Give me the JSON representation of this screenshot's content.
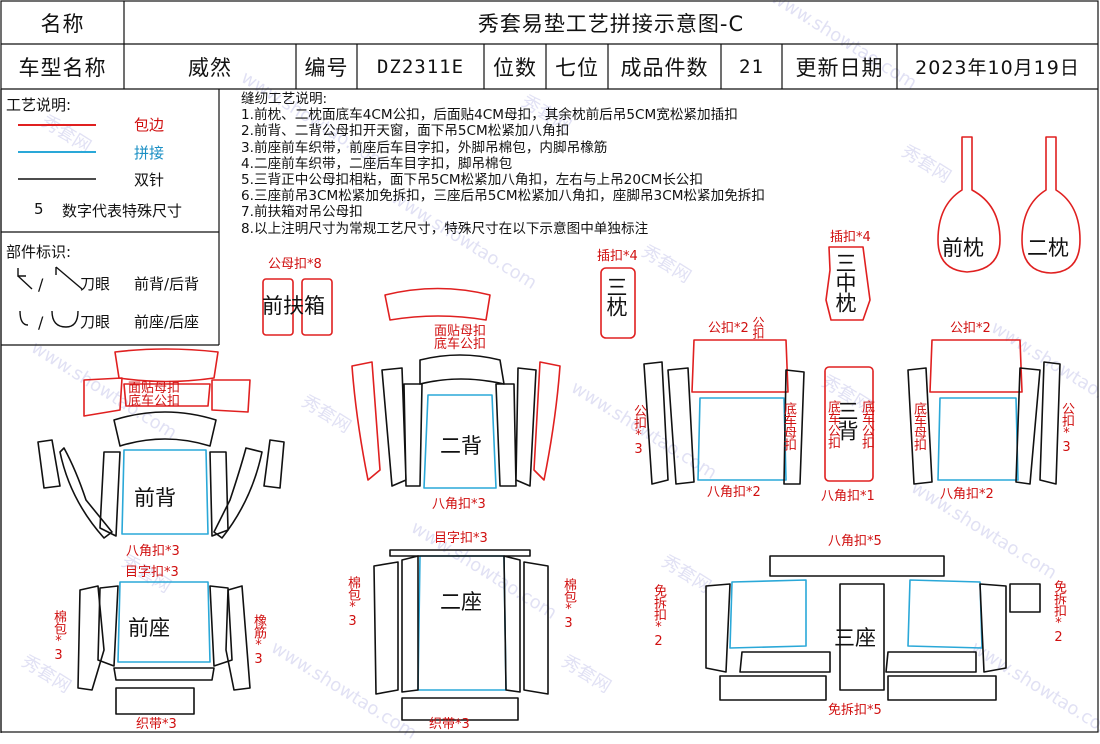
{
  "header": {
    "name_label": "名称",
    "title": "秀套易垫工艺拼接示意图-C",
    "model_label": "车型名称",
    "model_value": "威然",
    "code_label": "编号",
    "code_value": "DZ2311E",
    "seats_label": "位数",
    "seats_value": "七位",
    "pieces_label": "成品件数",
    "pieces_value": "21",
    "date_label": "更新日期",
    "date_value": "2023年10月19日"
  },
  "legend": {
    "title": "工艺说明:",
    "binding": "包边",
    "splice": "拼接",
    "double_needle": "双针",
    "size_number": "5",
    "size_desc": "数字代表特殊尺寸",
    "parts_title": "部件标识:",
    "knife_mark": "刀眼",
    "front_back_rear": "前背/后背",
    "front_seat_rear": "前座/后座",
    "colors": {
      "binding": "#e02020",
      "splice": "#2aa8d8",
      "double_needle": "#111111"
    }
  },
  "notes": {
    "title": "缝纫工艺说明:",
    "lines": [
      "1.前枕、二枕面底车4CM公扣，后面贴4CM母扣，其余枕前后吊5CM宽松紧加插扣",
      "2.前背、二背公母扣开天窗，面下吊5CM松紧加八角扣",
      "3.前座前车织带，前座后车目字扣，外脚吊棉包，内脚吊橡筋",
      "4.二座前车织带，二座后车目字扣，脚吊棉包",
      "5.三背正中公母扣相粘，面下吊5CM松紧加八角扣，左右与上吊20CM长公扣",
      "6.三座前吊3CM松紧加免拆扣，三座后吊5CM松紧加八角扣，座脚吊3CM松紧加免拆扣",
      "7.前扶箱对吊公母扣",
      "8.以上注明尺寸为常规工艺尺寸，特殊尺寸在以下示意图中单独标注"
    ]
  },
  "parts": {
    "front_pillow": "前枕",
    "second_pillow": "二枕",
    "third_pillow": "三枕",
    "third_mid_pillow": "三中枕",
    "armrest": "前扶箱",
    "front_back": "前背",
    "second_back": "二背",
    "third_back": "三背",
    "front_seat": "前座",
    "second_seat": "二座",
    "third_seat": "三座"
  },
  "annotations": {
    "female_x8": "公母扣*8",
    "insert_x4_a": "插扣*4",
    "insert_x4_b": "插扣*4",
    "mf_text_1": "面贴母扣",
    "mf_text_2": "底车公扣",
    "mf_text_3": "面贴母扣",
    "mf_text_4": "底车公扣",
    "octagon_x3_fb": "八角扣*3",
    "octagon_x3_sb": "八角扣*3",
    "male_x2_l": "公扣*2",
    "male_x2_r": "公扣*2",
    "male_short": "公扣",
    "male_x3_l": "公扣*3",
    "male_x3_r": "公扣*3",
    "bottom_female_l": "底车母扣",
    "bottom_female_r": "底车母扣",
    "bottom_male_l": "底车公扣",
    "bottom_male_r": "底车公扣",
    "octagon_x2_l": "八角扣*2",
    "octagon_x2_r": "八角扣*2",
    "octagon_x1": "八角扣*1",
    "octagon_x5": "八角扣*5",
    "mu_x3_fs": "目字扣*3",
    "mu_x3_ss": "目字扣*3",
    "cotton_x3_fs": "棉包*3",
    "cotton_x3_ss_l": "棉包*3",
    "cotton_x3_ss_r": "棉包*3",
    "rubber_x3": "橡筋*3",
    "belt_x3_fs": "织带*3",
    "belt_x3_ss": "织带*3",
    "free_x2_l": "免拆扣*2",
    "free_x2_r": "免拆扣*2",
    "free_x5": "免拆扣*5"
  },
  "watermark": {
    "text_a": "秀套网",
    "text_b": "www.showtao.com"
  }
}
